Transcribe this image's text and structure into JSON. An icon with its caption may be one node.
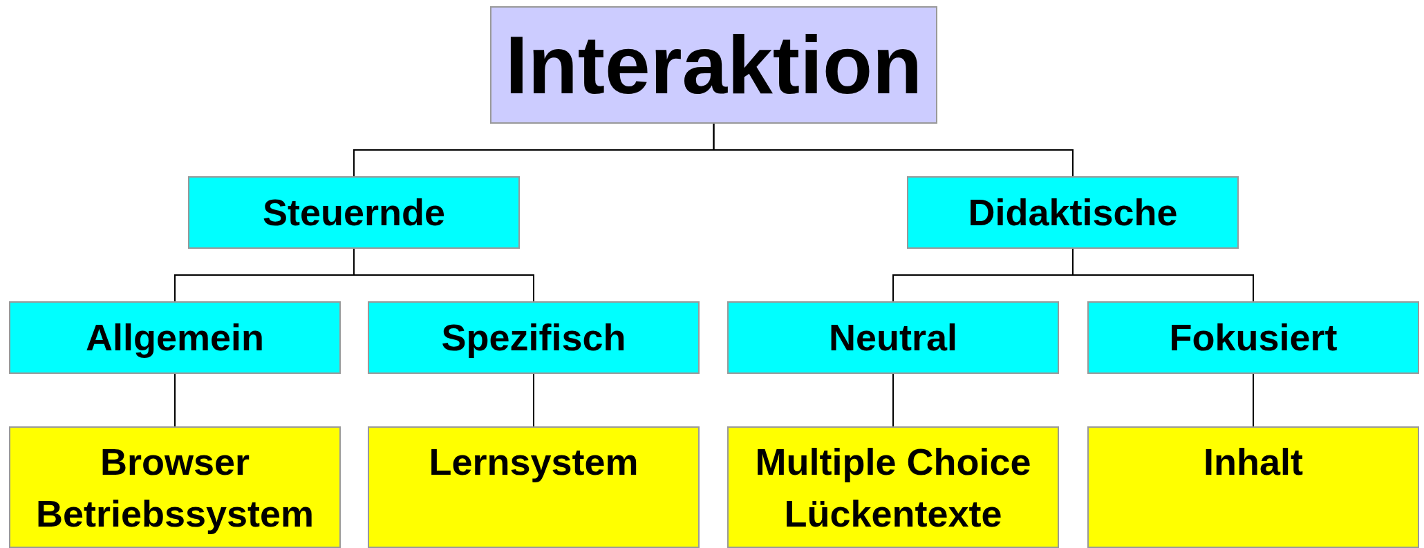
{
  "diagram": {
    "nodes": [
      {
        "text": [
          "Interaktion"
        ]
      },
      {
        "text": [
          "Steuernde"
        ]
      },
      {
        "text": [
          "Didaktische"
        ]
      },
      {
        "text": [
          "Allgemein"
        ]
      },
      {
        "text": [
          "Spezifisch"
        ]
      },
      {
        "text": [
          "Neutral"
        ]
      },
      {
        "text": [
          "Fokusiert"
        ]
      },
      {
        "text": [
          "Browser",
          "Betriebssystem"
        ]
      },
      {
        "text": [
          "Lernsystem"
        ]
      },
      {
        "text": [
          "Multiple Choice",
          "Lückentexte"
        ]
      },
      {
        "text": [
          "Inhalt"
        ]
      }
    ],
    "edges": [
      {
        "from": 0,
        "to": 1,
        "arrow": "none"
      },
      {
        "from": 0,
        "to": 2,
        "arrow": "none"
      },
      {
        "from": 1,
        "to": 3,
        "arrow": "none"
      },
      {
        "from": 1,
        "to": 4,
        "arrow": "none"
      },
      {
        "from": 2,
        "to": 5,
        "arrow": "none"
      },
      {
        "from": 2,
        "to": 6,
        "arrow": "none"
      },
      {
        "from": 3,
        "to": 7,
        "arrow": "none"
      },
      {
        "from": 4,
        "to": 8,
        "arrow": "none"
      },
      {
        "from": 5,
        "to": 9,
        "arrow": "none"
      },
      {
        "from": 6,
        "to": 10,
        "arrow": "none"
      }
    ]
  }
}
